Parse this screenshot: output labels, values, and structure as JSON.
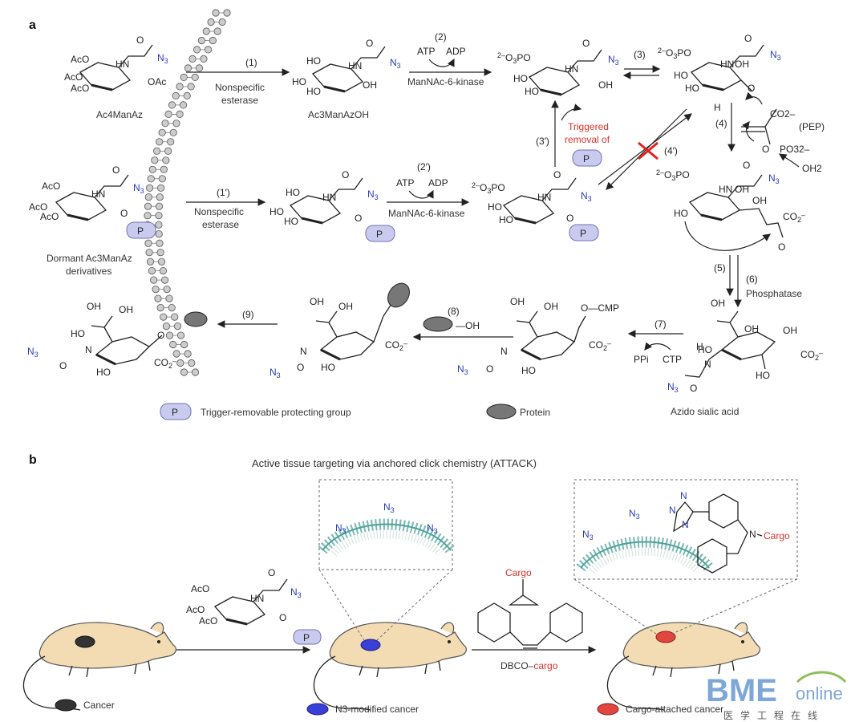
{
  "panel_a": {
    "label": "a",
    "steps": {
      "s1": "(1)",
      "s1p": "(1′)",
      "s2": "(2)",
      "s2p": "(2′)",
      "s3": "(3)",
      "s3p": "(3′)",
      "s4": "(4)",
      "s4p": "(4′)",
      "s5": "(5)",
      "s6": "(6)",
      "s7": "(7)",
      "s8": "(8)",
      "s9": "(9)"
    },
    "enzymes": {
      "esterase_1": "Nonspecific esterase",
      "esterase_2": "Nonspecific esterase",
      "kinase_1": "ManNAc-6-kinase",
      "kinase_2": "ManNAc-6-kinase",
      "phosphatase": "Phosphatase"
    },
    "reagents": {
      "atp1": "ATP",
      "adp1": "ADP",
      "atp2": "ATP",
      "adp2": "ADP",
      "pep": "(PEP)",
      "oh2": "OH2",
      "ctp": "CTP",
      "ppi": "PPi",
      "co2": "CO2–",
      "po3": "PO32–",
      "ocmp": "O—CMP",
      "h": "H",
      "o": "O"
    },
    "compounds": {
      "ac4manaz": "Ac4ManAz",
      "ac3manazoh": "Ac3ManAzOH",
      "dormant_line1": "Dormant Ac3ManAz",
      "dormant_line2": "derivatives",
      "azido_sialic": "Azido sialic acid"
    },
    "triggered": [
      "Triggered",
      "removal of"
    ],
    "legend": {
      "p_symbol": "P",
      "protecting_group": "Trigger-removable protecting group",
      "protein": "Protein"
    }
  },
  "panel_b": {
    "label": "b",
    "title": "Active tissue targeting via anchored click chemistry (ATTACK)",
    "n3": "N3",
    "cargo": "Cargo",
    "dbco_cargo": "DBCO–cargo",
    "legend": {
      "cancer": "Cancer",
      "n3_modified": "N3-modified cancer",
      "cargo_attached": "Cargo-attached cancer"
    },
    "colors": {
      "cancer": "#333333",
      "n3_cancer": "#3a3fd8",
      "cargo_cancer": "#e0463f",
      "mouse": "#f3dcb4"
    }
  },
  "watermark": {
    "bme": "BME",
    "online": "online",
    "cn": "医学工程在线"
  }
}
